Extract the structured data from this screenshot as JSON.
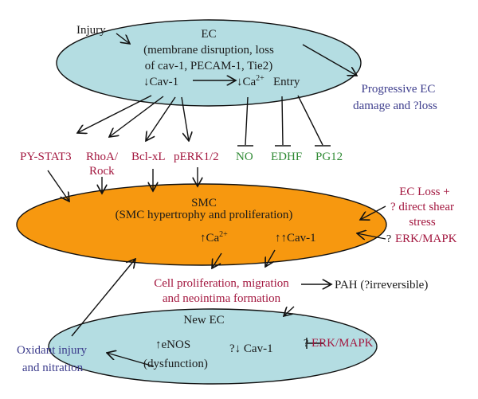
{
  "colors": {
    "ec_fill": "#b4dde2",
    "smc_fill": "#f7980f",
    "red_label": "#a3173f",
    "green_label": "#2f8a34",
    "blue_label": "#3c3c8c",
    "black": "#1a1a1a"
  },
  "injury": "Injury",
  "ec": {
    "title": "EC",
    "line1": "(membrane disruption, loss",
    "line2": "of cav-1, PECAM-1, Tie2)",
    "cav": "↓Cav-1",
    "ca_prefix": "↓Ca",
    "ca_sup": "2+",
    "entry": "Entry"
  },
  "progressive": {
    "line1": "Progressive EC",
    "line2": "damage and ?loss"
  },
  "mediators": {
    "pystat3": "PY-STAT3",
    "rhoa_1": "RhoA/",
    "rhoa_2": "Rock",
    "bclxl": "Bcl-xL",
    "perk": "pERK1/2",
    "no": "NO",
    "edhf": "EDHF",
    "pg12": "PG12"
  },
  "smc": {
    "title": "SMC",
    "subtitle": "(SMC hypertrophy and proliferation)",
    "ca_prefix": "↑Ca",
    "ca_sup": "2+",
    "cav": "↑↑Cav-1"
  },
  "right_inputs": {
    "ecloss_1": "EC Loss +",
    "ecloss_2": "? direct shear",
    "ecloss_3": "stress",
    "erk_q": "?",
    "erk": "ERK/MAPK"
  },
  "outcome": {
    "line1": "Cell proliferation, migration",
    "line2": "and neointima formation",
    "pah": "PAH (?irreversible)"
  },
  "new_ec": {
    "title": "New EC",
    "enos": "↑eNOS",
    "dysfunction": "(dysfunction)",
    "cav": "?↓ Cav-1",
    "erk_q": "?",
    "erk": "ERK/MAPK"
  },
  "oxidant": {
    "line1": "Oxidant injury",
    "line2": "and nitration"
  }
}
